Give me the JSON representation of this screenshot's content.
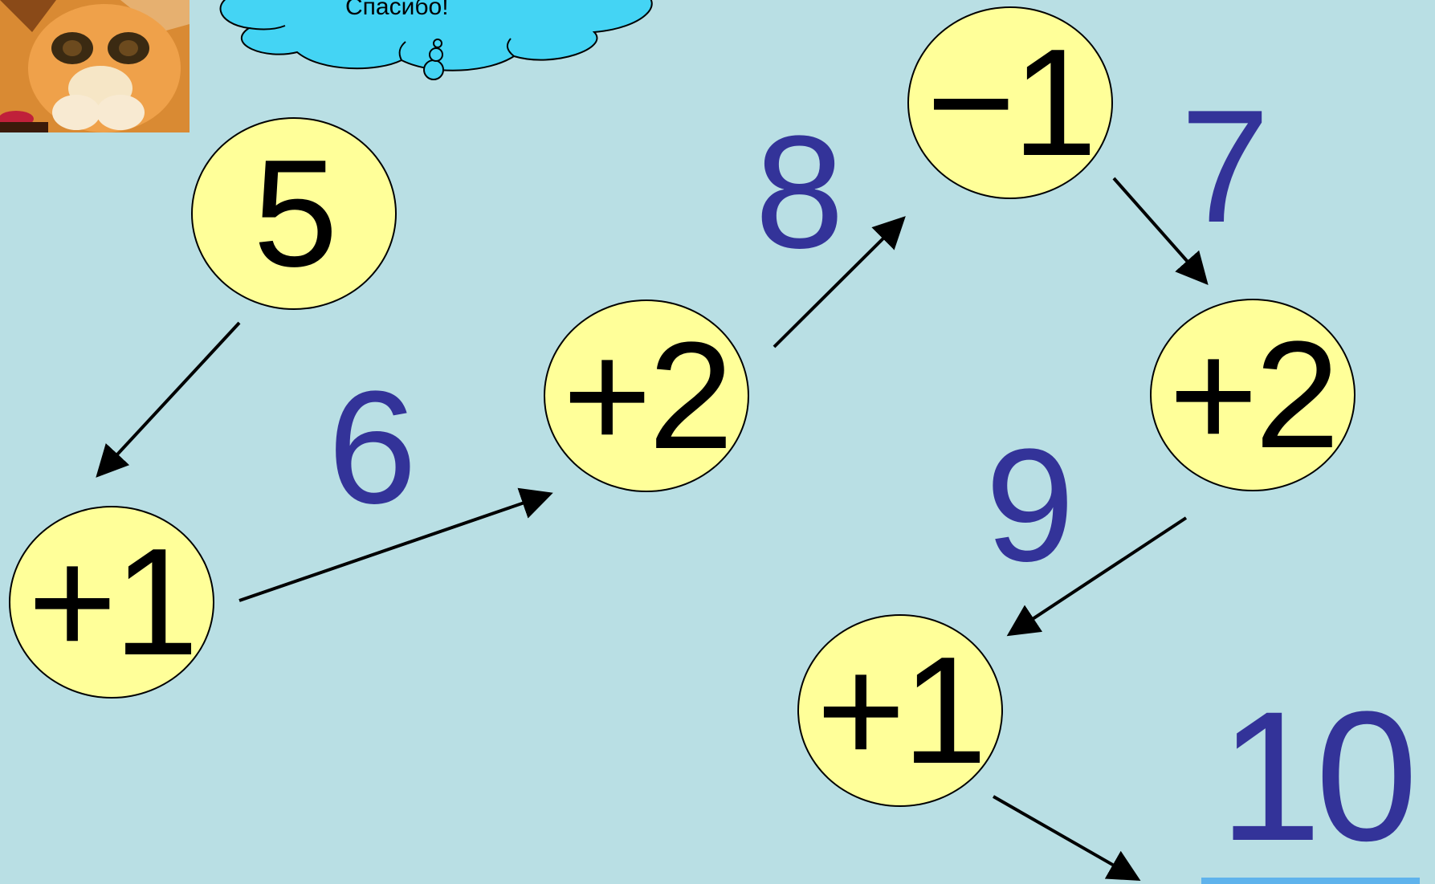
{
  "cloud": {
    "text": "Спасибо!"
  },
  "nodes": {
    "start": "5",
    "step1": "+1",
    "step2": "+2",
    "step3": "−1",
    "step4": "+2",
    "step5": "+1"
  },
  "results": {
    "r1": "6",
    "r2": "8",
    "r3": "7",
    "r4": "9",
    "r5": "10"
  },
  "colors": {
    "background": "#B9DFE4",
    "node_fill": "#FFFF99",
    "result_text": "#333399",
    "cloud_fill": "#44D4F4",
    "arrow": "#000000"
  },
  "icons": [
    "cat-picture",
    "thought-cloud",
    "arrow"
  ]
}
